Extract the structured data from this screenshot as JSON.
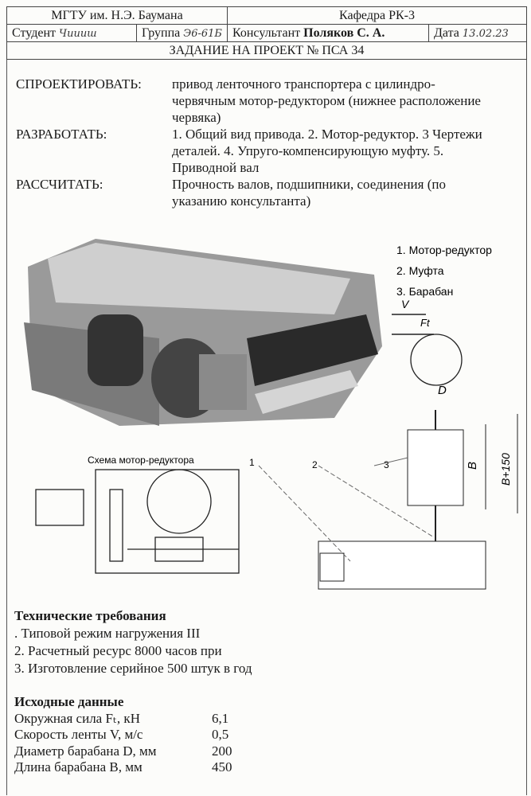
{
  "header": {
    "university": "МГТУ им. Н.Э. Баумана",
    "department": "Кафедра РК-3",
    "student_label": "Студент",
    "student_value": "Чиииш",
    "group_label": "Группа",
    "group_value": "Э6-61Б",
    "consultant_label": "Консультант",
    "consultant_value": "Поляков С. А.",
    "date_label": "Дата",
    "date_value": "13.02.23",
    "title": "ЗАДАНИЕ НА ПРОЕКТ № ПСА 34"
  },
  "task": [
    {
      "label": "СПРОЕКТИРОВАТЬ:",
      "value": "привод ленточного транспортера с цилиндро-червячным мотор-редуктором (нижнее расположение червяка)"
    },
    {
      "label": "РАЗРАБОТАТЬ:",
      "value": "1. Общий вид привода. 2. Мотор-редуктор. 3 Чертежи деталей. 4. Упруго-компенсирующую муфту. 5. Приводной вал"
    },
    {
      "label": "РАССЧИТАТЬ:",
      "value": "Прочность валов, подшипники, соединения (по указанию консультанта)"
    }
  ],
  "figure": {
    "legend": [
      "1. Мотор-редуктор",
      "2. Муфта",
      "3. Барабан"
    ],
    "scheme_title": "Схема мотор-редуктора",
    "v_label": "V",
    "ft_label": "Ft",
    "d_label": "D",
    "b_label": "B",
    "b150_label": "B+150",
    "callouts": [
      "1",
      "2",
      "3"
    ]
  },
  "tech": {
    "title": "Технические требования",
    "items": [
      ". Типовой режим нагружения III",
      "2. Расчетный ресурс 8000 часов при",
      "3. Изготовление серийное 500 штук в год"
    ]
  },
  "initial": {
    "title": "Исходные данные",
    "rows": [
      {
        "name": "Окружная сила Fₜ, кН",
        "value": "6,1"
      },
      {
        "name": "Скорость ленты V, м/с",
        "value": "0,5"
      },
      {
        "name": "Диаметр барабана D, мм",
        "value": "200"
      },
      {
        "name": "Длина барабана B, мм",
        "value": "450"
      }
    ]
  }
}
